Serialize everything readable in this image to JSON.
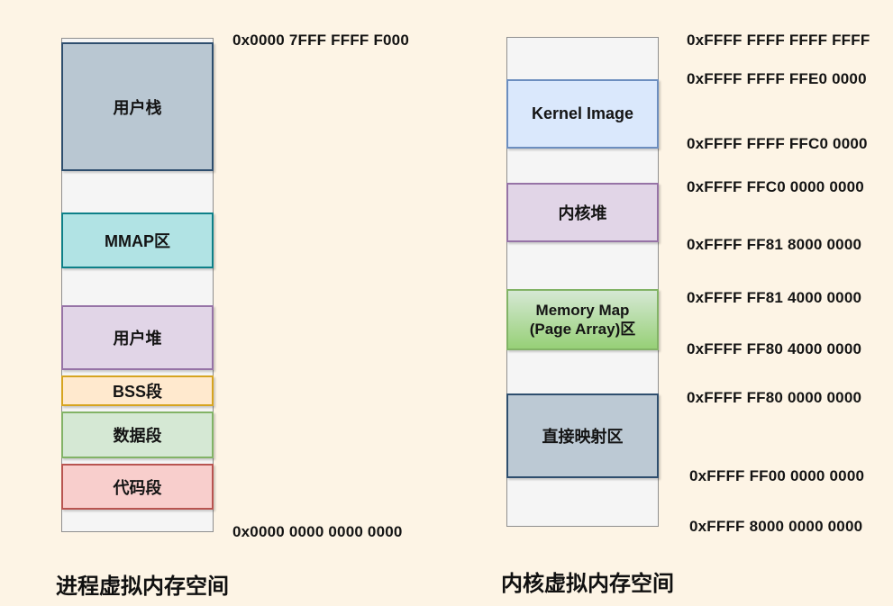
{
  "colors": {
    "background": "#fdf4e5",
    "gap_fill": "#f5f5f5",
    "gap_border": "#8f8f8f",
    "user_stack_fill": "#b9c7d2",
    "user_stack_border": "#2e4e6e",
    "mmap_fill": "#b1e3e4",
    "mmap_border": "#0e8088",
    "heap_fill": "#e1d5e7",
    "heap_border": "#9673a6",
    "bss_fill": "#ffe9ce",
    "bss_border": "#d6a420",
    "data_fill": "#d5e8d4",
    "data_border": "#82b366",
    "code_fill": "#f8cecc",
    "code_border": "#b85450",
    "kernel_image_fill": "#dae8fc",
    "kernel_image_border": "#6c8ebf",
    "memory_map_gradient_top": "#d5e8d4",
    "memory_map_gradient_bottom": "#97d077",
    "direct_map_fill": "#bcc9d4",
    "direct_map_border": "#2e4e6e",
    "text": "#141414"
  },
  "process_space": {
    "title": "进程虚拟内存空间",
    "top_address": "0x0000 7FFF FFFF F000",
    "bottom_address": "0x0000 0000 0000 0000",
    "segments": {
      "user_stack": "用户栈",
      "mmap": "MMAP区",
      "user_heap": "用户堆",
      "bss": "BSS段",
      "data": "数据段",
      "code": "代码段"
    }
  },
  "kernel_space": {
    "title": "内核虚拟内存空间",
    "segments": {
      "kernel_image": "Kernel Image",
      "kernel_heap": "内核堆",
      "memory_map_line1": "Memory Map",
      "memory_map_line2": "(Page Array)区",
      "direct_map": "直接映射区"
    },
    "addresses": [
      "0xFFFF FFFF FFFF FFFF",
      "0xFFFF FFFF FFE0 0000",
      "0xFFFF FFFF FFC0 0000",
      "0xFFFF FFC0 0000 0000",
      "0xFFFF FF81 8000 0000",
      "0xFFFF FF81 4000 0000",
      "0xFFFF FF80 4000 0000",
      "0xFFFF FF80 0000 0000",
      "0xFFFF FF00 0000 0000",
      "0xFFFF 8000 0000 0000"
    ]
  }
}
